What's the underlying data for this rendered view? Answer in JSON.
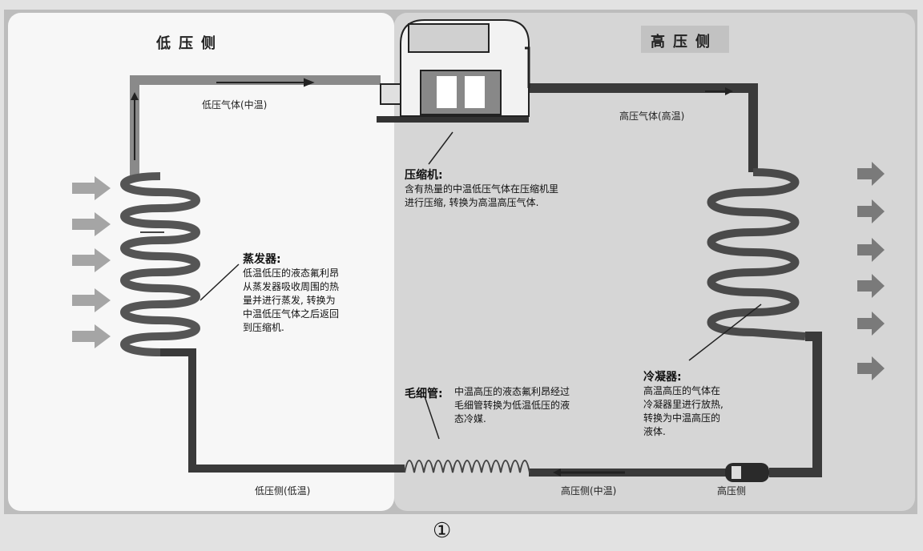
{
  "headers": {
    "low_side": "低压侧",
    "high_side": "高压侧"
  },
  "flow_labels": {
    "low_gas": "低压气体(中温)",
    "high_gas": "高压气体(高温)",
    "low_side_low_temp": "低压侧(低温)",
    "high_side_mid_temp": "高压侧(中温)",
    "high_side_cut": "高压侧"
  },
  "compressor": {
    "title": "压缩机:",
    "body": "含有热量的中温低压气体在压缩机里\n进行压缩, 转换为高温高压气体."
  },
  "evaporator": {
    "title": "蒸发器:",
    "body": "低温低压的液态氟利昂\n从蒸发器吸收周围的热\n量并进行蒸发, 转换为\n中温低压气体之后返回\n到压缩机."
  },
  "capillary": {
    "title": "毛细管:",
    "body": "中温高压的液态氟利昂经过\n毛细管转换为低温低压的液\n态冷媒."
  },
  "condenser": {
    "title": "冷凝器:",
    "body": "高温高压的气体在\n冷凝器里进行放热,\n转换为中温高压的\n液体."
  },
  "figure_number": "①",
  "colors": {
    "panel_left": "#f7f7f7",
    "panel_right": "#d6d6d6",
    "pipe": "#3a3a3a",
    "arrow_light": "#9a9a9a"
  }
}
